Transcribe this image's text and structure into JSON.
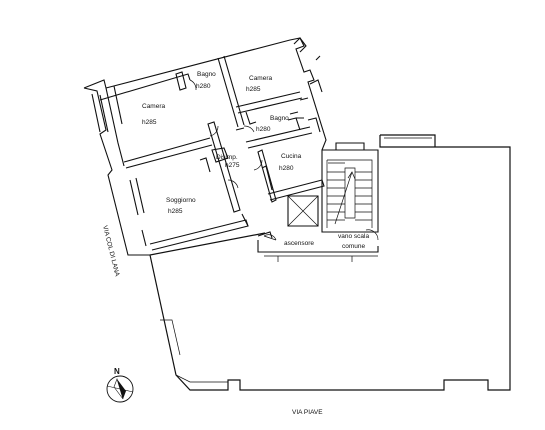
{
  "rooms": [
    {
      "id": "camera-west",
      "name": "Camera",
      "height": "h285"
    },
    {
      "id": "bagno-north",
      "name": "Bagno",
      "height": "h280"
    },
    {
      "id": "camera-east",
      "name": "Camera",
      "height": "h285"
    },
    {
      "id": "bagno-east",
      "name": "Bagno",
      "height": "h280"
    },
    {
      "id": "disimpegno",
      "name": "Disimp.",
      "height": "h275"
    },
    {
      "id": "cucina",
      "name": "Cucina",
      "height": "h280"
    },
    {
      "id": "soggiorno",
      "name": "Soggiorno",
      "height": "h285"
    }
  ],
  "common": {
    "elevator": "ascensore",
    "stair_line1": "vano scala",
    "stair_line2": "comune"
  },
  "streets": {
    "west": "VIA COL DI LANA",
    "south": "VIA PIAVE"
  },
  "compass": {
    "letter": "N"
  }
}
